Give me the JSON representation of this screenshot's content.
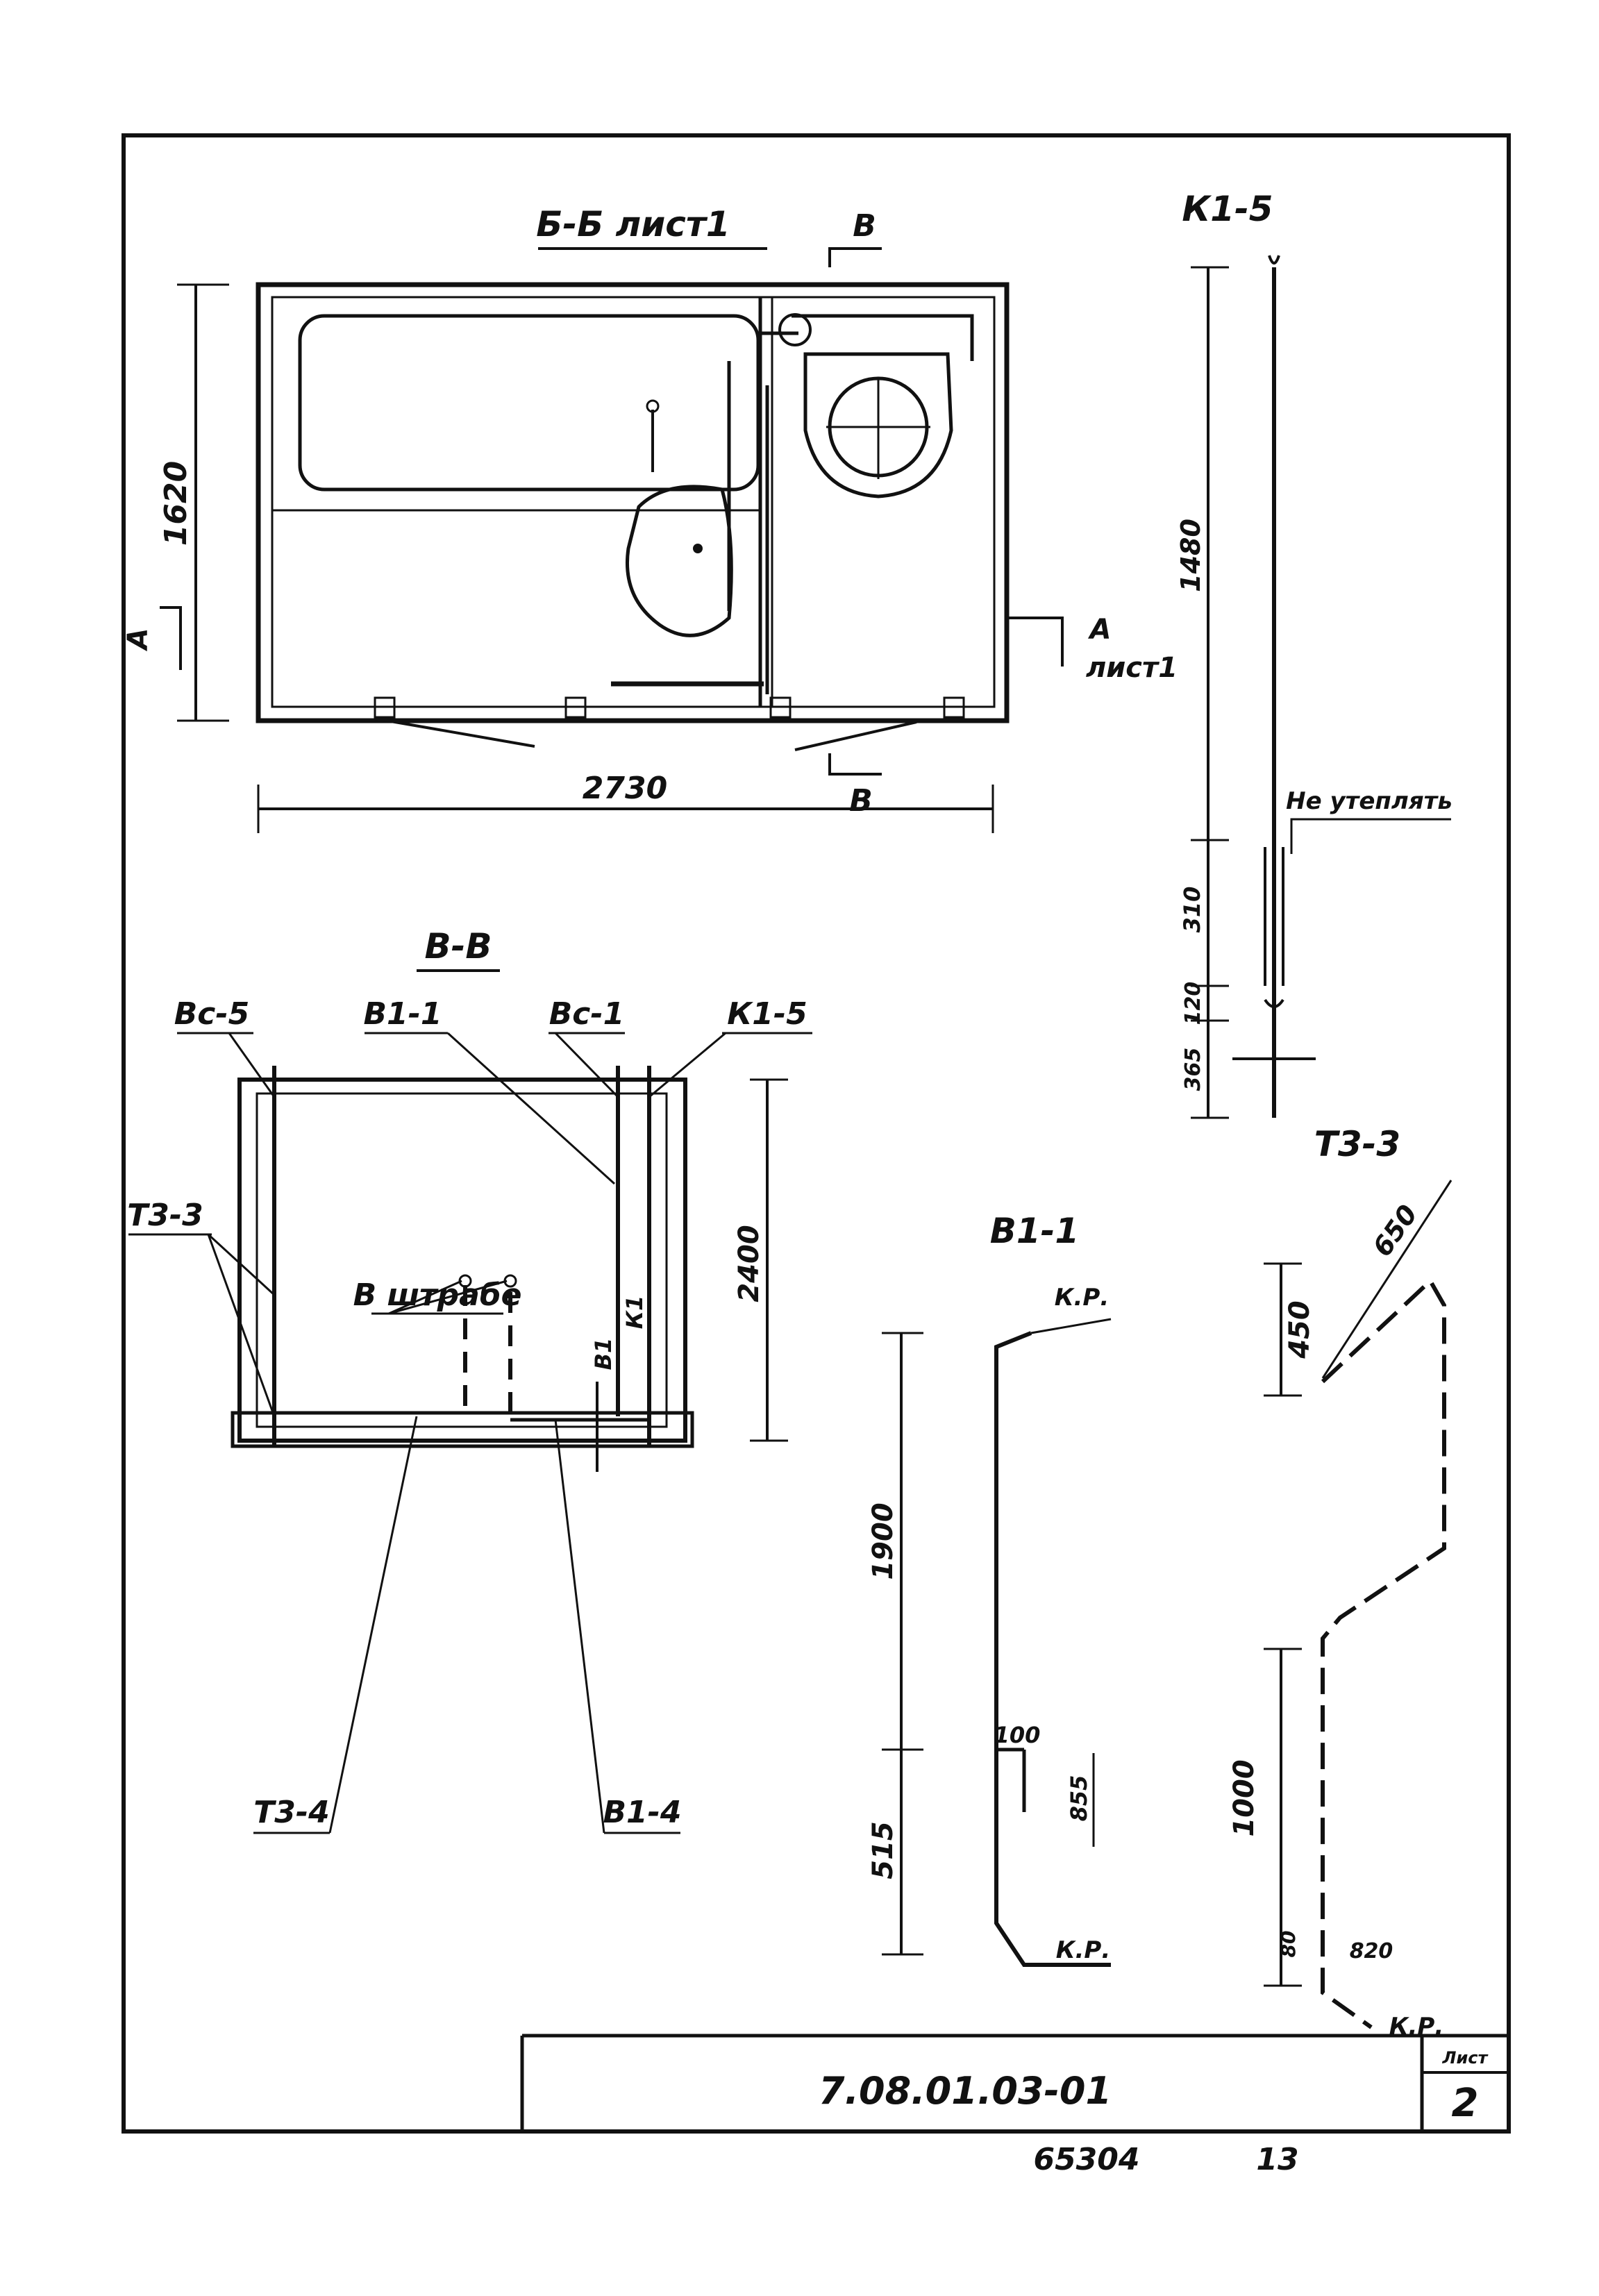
{
  "section_bb": {
    "title": "Б-Б лист1",
    "height_dim": "1620",
    "width_dim": "2730",
    "cut_label_top": "В",
    "cut_label_bottom": "В",
    "cut_left": "А",
    "cut_right": "А",
    "cut_right_sheet": "лист1"
  },
  "riser_k15": {
    "title": "К1-5",
    "dim_main": "1480",
    "dim_a": "310",
    "dim_b": "120",
    "dim_c": "365",
    "note": "Не утеплять"
  },
  "section_vv": {
    "title": "В-В",
    "label_vc5": "Вс-5",
    "label_v11": "В1-1",
    "label_vc1": "Вс-1",
    "label_k15": "К1-5",
    "label_t33": "Т3-3",
    "label_vshtrabe": "В штрабе",
    "label_t34": "Т3-4",
    "label_b14": "В1-4",
    "height_dim": "2400",
    "pipe_v1": "В1",
    "pipe_k1": "К1"
  },
  "riser_v11": {
    "title": "В1-1",
    "top_label": "К.Р.",
    "bottom_label": "К.Р.",
    "dim_total": "1900",
    "dim_low": "515",
    "dim_branch": "100",
    "dim_side": "855"
  },
  "riser_t33": {
    "title": "Т3-3",
    "dim_diag": "650",
    "dim_top": "450",
    "dim_bottom": "1000",
    "dim_low_a": "80",
    "dim_low_b": "820",
    "bottom_label": "К.Р."
  },
  "title_block": {
    "code": "7.08.01.03-01",
    "sheet_label": "Лист",
    "sheet_number": "2"
  },
  "footer": {
    "archive_number": "65304",
    "page_number": "13"
  }
}
